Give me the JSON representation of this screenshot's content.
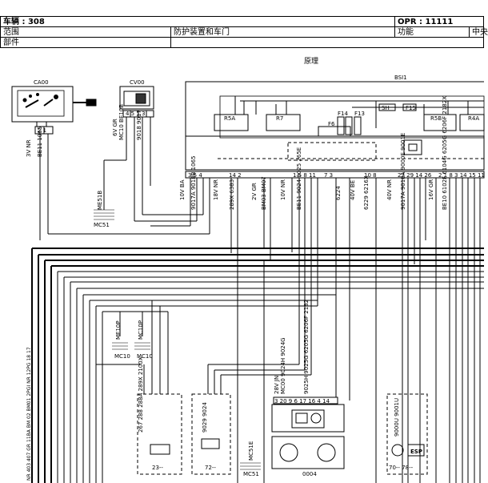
{
  "header": {
    "vehicle_label": "车辆 : 308",
    "opr_label": "OPR : 11111",
    "range_label": "范围",
    "range_value": "防护装置和车门",
    "function_label": "功能",
    "function_value": "中央",
    "parts_label": "部件",
    "section_title": "原理"
  },
  "components": {
    "ca00": "CA00",
    "cv00": "CV00",
    "bsi": "BSI1",
    "c0004": "0004",
    "me51b": "ME51B",
    "mc51_left": "MC51",
    "me10p": "ME10P",
    "mc10p": "MC10P",
    "mc10_a": "MC10",
    "mc10_b": "MC10",
    "mc51e": "MC51E",
    "mc51_bottom": "MC51",
    "panel_23": "23--",
    "panel_72": "72--",
    "panel_70": "70-- 78--"
  },
  "relays": {
    "r5a": "R5A",
    "r7": "R7",
    "r5b": "R5B",
    "r4a": "R4A",
    "f6": "F6",
    "f14": "F14",
    "f13": "F13",
    "f15": "F15",
    "sh": "SH"
  },
  "connectors": {
    "ca00_wire": "3V NR",
    "ca00_pins": "2 1",
    "ca00_codes": "BE11 1065",
    "cv00_wire": "6V GR",
    "cv00_codes": "MC10 BE10B",
    "cv00_pins": "4 5 1 3",
    "cv00_wires": "9018 9017",
    "bsi_left_group": "10V BA",
    "bsi_pins_a": "3 5 4",
    "bsi_codes_a": "9017A 9018B 1065",
    "bsi_18v_nr": "18V NR",
    "bsi_pins_b": "14 2",
    "bsi_codes_b": "289X 6383",
    "bsi_2v_gr": "2V GR",
    "bsi_codes_c": "BM03 BM07",
    "bsi_10v_nr": "10V NR",
    "bsi_pins_c": "1 5 8 11",
    "bsi_codes_d": "BE11 9024 9025 265E",
    "bsi_pins_d": "7 3",
    "bsi_6224": "6224",
    "bsi_40v_be": "40V BE",
    "bsi_pins_e": "10 8",
    "bsi_codes_e": "6229 6216X",
    "bsi_40v_nr": "40V NR",
    "bsi_pins_f": "27 29 14 26",
    "bsi_codes_f": "9017A 9018A 9000E 9001E",
    "bsi_16v_gr": "16V GR",
    "bsi_pins_g": "2 1 8 3 14 15 11",
    "bsi_codes_g": "BE10 6102F 6104G 6205G 6206F 2182X",
    "c0004_wire": "28V JN",
    "c0004_codes": "MC00 9024H 9024G",
    "c0004_pins": "3 20 9 6 17 16 4 14",
    "c0004_codes_b": "9025H 9025G 6205G 6206F 2182",
    "p23_codes": "267 288 288A 289X 2100X",
    "p72_codes": "9029 9024",
    "p70_codes": "9000U 9001U",
    "esp_label": "ESP",
    "bottom_codes": "NR 403 407 GR 11BA BM 02 BM01 2PGI NR 12PG 18 17"
  }
}
